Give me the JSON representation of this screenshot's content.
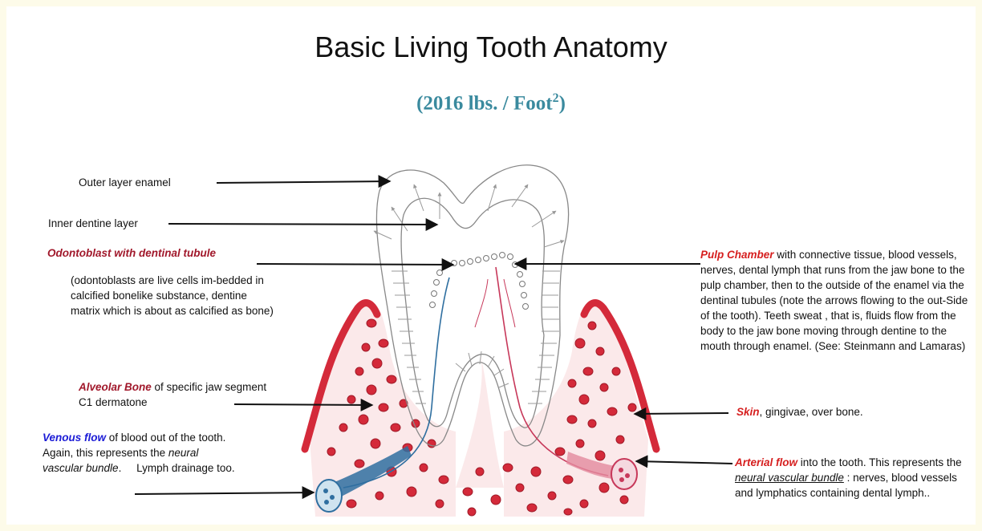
{
  "title": "Basic Living Tooth Anatomy",
  "subtitle": {
    "main": "(2016 lbs. / Foot",
    "sup": "2",
    "close": ")"
  },
  "labels": {
    "outer_enamel": "Outer layer enamel",
    "inner_dentine": "Inner dentine layer",
    "odontoblast_title": "Odontoblast with dentinal tubule",
    "odontoblast_desc": "(odontoblasts are live cells im-bedded in calcified bonelike substance, dentine matrix which is about as calcified as bone)",
    "alveolar_title": "Alveolar Bone",
    "alveolar_desc": " of specific jaw segment C1 dermatone",
    "venous_title": "Venous flow",
    "venous_desc1": " of blood out of the tooth. Again, this represents the ",
    "venous_em": "neural vascular bundle",
    "venous_desc2": ".     Lymph drainage too.",
    "pulp_title": "Pulp Chamber",
    "pulp_desc": " with connective tissue, blood vessels, nerves, dental lymph that runs from the jaw bone to the pulp chamber, then to the outside of the enamel via the dentinal tubules (note the arrows flowing to the out-Side of the tooth). Teeth sweat , that is, fluids flow from the body to the jaw bone moving through dentine to the mouth through enamel. (See: Steinmann and Lamaras)",
    "skin_title": "Skin",
    "skin_desc": ", gingivae, over bone.",
    "arterial_title": "Arterial flow",
    "arterial_desc1": " into the tooth. This represents the ",
    "arterial_em": "neural vascular bundle",
    "arterial_desc2": " : nerves, blood vessels and lymphatics containing dental lymph.."
  },
  "colors": {
    "subtitle": "#3a8a9e",
    "label_red": "#d61f1f",
    "label_dark_red": "#a1182b",
    "label_blue": "#1b1bd6",
    "bone": "#d42a3a",
    "vein": "#2f6fa0"
  }
}
